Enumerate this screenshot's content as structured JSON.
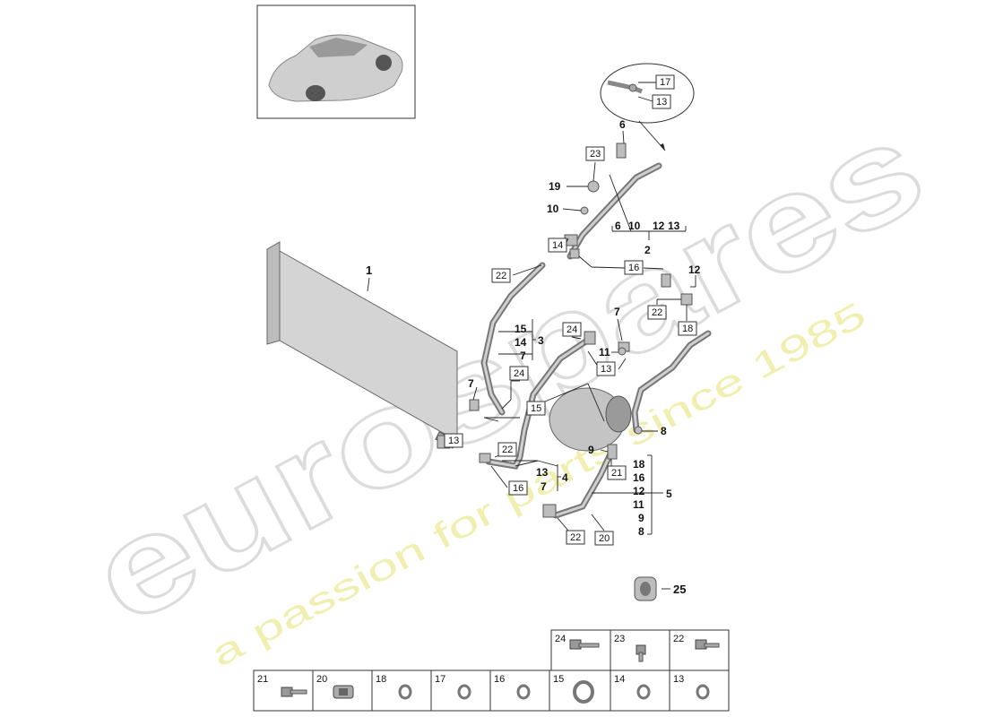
{
  "watermark": {
    "brand": "eurospares",
    "tagline": "a passion for parts since 1985"
  },
  "callouts": [
    {
      "id": "c1",
      "text": "1",
      "boxed": false
    },
    {
      "id": "c2",
      "text": "2",
      "boxed": false
    },
    {
      "id": "c3",
      "text": "3",
      "boxed": false
    },
    {
      "id": "c4",
      "text": "4",
      "boxed": false
    },
    {
      "id": "c5",
      "text": "5",
      "boxed": false
    },
    {
      "id": "c6a",
      "text": "6",
      "boxed": false
    },
    {
      "id": "c6b",
      "text": "6",
      "boxed": false
    },
    {
      "id": "c7a",
      "text": "7",
      "boxed": false
    },
    {
      "id": "c7b",
      "text": "7",
      "boxed": false
    },
    {
      "id": "c7c",
      "text": "7",
      "boxed": false
    },
    {
      "id": "c7d",
      "text": "7",
      "boxed": false
    },
    {
      "id": "c8a",
      "text": "8",
      "boxed": false
    },
    {
      "id": "c8b",
      "text": "8",
      "boxed": false
    },
    {
      "id": "c9a",
      "text": "9",
      "boxed": false
    },
    {
      "id": "c9b",
      "text": "9",
      "boxed": false
    },
    {
      "id": "c10a",
      "text": "10",
      "boxed": false
    },
    {
      "id": "c10b",
      "text": "10",
      "boxed": false
    },
    {
      "id": "c11a",
      "text": "11",
      "boxed": false
    },
    {
      "id": "c11b",
      "text": "11",
      "boxed": false
    },
    {
      "id": "c12a",
      "text": "12",
      "boxed": false
    },
    {
      "id": "c12b",
      "text": "12",
      "boxed": false
    },
    {
      "id": "c12c",
      "text": "12",
      "boxed": false
    },
    {
      "id": "c13a",
      "text": "13",
      "boxed": false
    },
    {
      "id": "c13b",
      "text": "13",
      "boxed": false
    },
    {
      "id": "c14",
      "text": "14",
      "boxed": false
    },
    {
      "id": "c15",
      "text": "15",
      "boxed": false
    },
    {
      "id": "c16",
      "text": "16",
      "boxed": false
    },
    {
      "id": "c18",
      "text": "18",
      "boxed": false
    },
    {
      "id": "c19",
      "text": "19",
      "boxed": false
    },
    {
      "id": "c25",
      "text": "25",
      "boxed": false
    },
    {
      "id": "b17",
      "text": "17",
      "boxed": true
    },
    {
      "id": "b13a",
      "text": "13",
      "boxed": true
    },
    {
      "id": "b13b",
      "text": "13",
      "boxed": true
    },
    {
      "id": "b13c",
      "text": "13",
      "boxed": true
    },
    {
      "id": "b23",
      "text": "23",
      "boxed": true
    },
    {
      "id": "b14",
      "text": "14",
      "boxed": true
    },
    {
      "id": "b16a",
      "text": "16",
      "boxed": true
    },
    {
      "id": "b16b",
      "text": "16",
      "boxed": true
    },
    {
      "id": "b22a",
      "text": "22",
      "boxed": true
    },
    {
      "id": "b22b",
      "text": "22",
      "boxed": true
    },
    {
      "id": "b22c",
      "text": "22",
      "boxed": true
    },
    {
      "id": "b22d",
      "text": "22",
      "boxed": true
    },
    {
      "id": "b18",
      "text": "18",
      "boxed": true
    },
    {
      "id": "b24a",
      "text": "24",
      "boxed": true
    },
    {
      "id": "b24b",
      "text": "24",
      "boxed": true
    },
    {
      "id": "b15",
      "text": "15",
      "boxed": true
    },
    {
      "id": "b21",
      "text": "21",
      "boxed": true
    },
    {
      "id": "b20",
      "text": "20",
      "boxed": true
    }
  ],
  "parts_table": {
    "top_row": [
      "24",
      "23",
      "22"
    ],
    "bottom_row": [
      "21",
      "20",
      "18",
      "17",
      "16",
      "15",
      "14",
      "13"
    ]
  }
}
